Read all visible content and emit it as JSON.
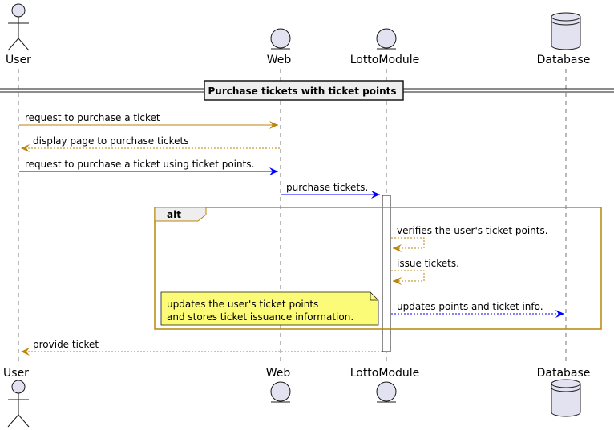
{
  "participants": [
    {
      "id": "user",
      "label": "User",
      "kind": "actor"
    },
    {
      "id": "web",
      "label": "Web",
      "kind": "entity"
    },
    {
      "id": "lotto",
      "label": "LottoModule",
      "kind": "entity"
    },
    {
      "id": "db",
      "label": "Database",
      "kind": "database"
    }
  ],
  "section_title": "Purchase tickets with ticket points",
  "fragment": {
    "operator": "alt"
  },
  "messages": [
    {
      "from": "user",
      "to": "web",
      "label": "request to purchase a ticket",
      "style": "solid",
      "color": "#b8860b"
    },
    {
      "from": "web",
      "to": "user",
      "label": "display page to purchase tickets",
      "style": "dashed",
      "color": "#b8860b"
    },
    {
      "from": "user",
      "to": "web",
      "label": "request to purchase a ticket using ticket points.",
      "style": "solid",
      "color": "#0000ff"
    },
    {
      "from": "web",
      "to": "lotto",
      "label": "purchase tickets.",
      "style": "solid",
      "color": "#0000ff"
    },
    {
      "from": "lotto",
      "to": "lotto",
      "label": "verifies the user's ticket points.",
      "style": "dashed",
      "color": "#b8860b"
    },
    {
      "from": "lotto",
      "to": "lotto",
      "label": "issue tickets.",
      "style": "dashed",
      "color": "#b8860b"
    },
    {
      "from": "lotto",
      "to": "db",
      "label": "updates points and ticket info.",
      "style": "dashed",
      "color": "#0000ff"
    },
    {
      "from": "lotto",
      "to": "user",
      "label": "provide ticket",
      "style": "dashed",
      "color": "#b8860b"
    }
  ],
  "note": {
    "lines": [
      "updates the user's ticket points",
      "and stores ticket issuance information."
    ]
  },
  "colors": {
    "participant_fill": "#e2e2f0",
    "participant_stroke": "#181818",
    "fragment_border": "#b8860b",
    "note_fill": "#fbfb77",
    "arrow_gold": "#b8860b",
    "arrow_blue": "#0000ff"
  }
}
